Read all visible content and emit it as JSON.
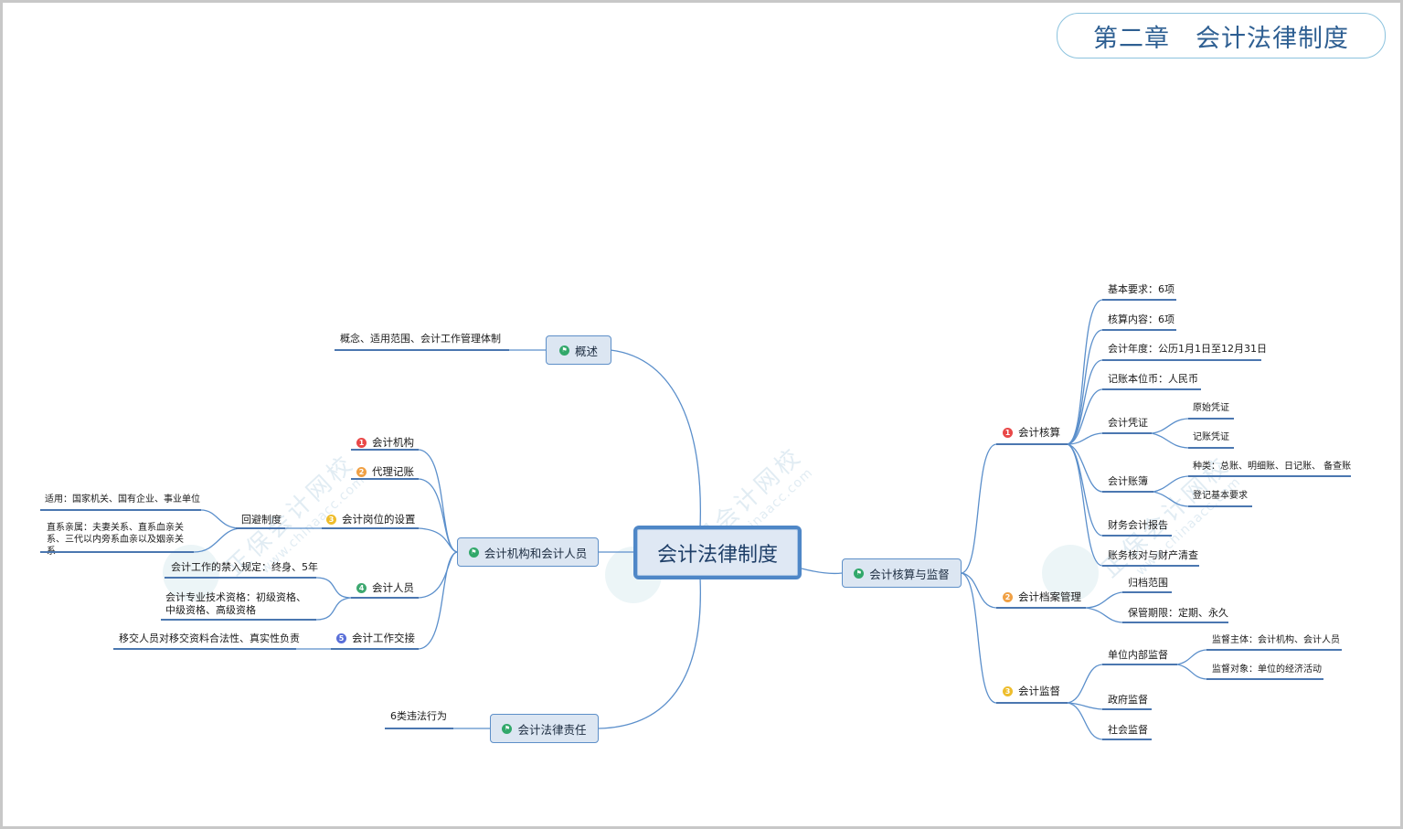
{
  "title": {
    "part1": "第二章",
    "part2": "会计法律制度"
  },
  "central": "会计法律制度",
  "branches": {
    "overview": "概述",
    "institutions": "会计机构和会计人员",
    "liability": "会计法律责任",
    "accounting": "会计核算与监督"
  },
  "overview_detail": "概念、适用范围、会计工作管理体制",
  "institutions_items": {
    "i1": "会计机构",
    "i2": "代理记账",
    "i3": "会计岗位的设置",
    "i4": "会计人员",
    "i5": "会计工作交接",
    "avoid": "回避制度",
    "avoid_apply": "适用：国家机关、国有企业、事业单位",
    "avoid_relatives": "直系亲属：夫妻关系、直系血亲关系、三代以内旁系血亲以及姻亲关系",
    "ban": "会计工作的禁入规定：终身、5年",
    "qualification": "会计专业技术资格：初级资格、中级资格、高级资格",
    "handover_detail": "移交人员对移交资料合法性、真实性负责"
  },
  "liability_detail": "6类违法行为",
  "accounting_items": {
    "a1": "会计核算",
    "a2": "会计档案管理",
    "a3": "会计监督",
    "basic": "基本要求：6项",
    "content": "核算内容：6项",
    "year": "会计年度：公历1月1日至12月31日",
    "currency": "记账本位币：人民币",
    "voucher": "会计凭证",
    "voucher_orig": "原始凭证",
    "voucher_acc": "记账凭证",
    "books": "会计账簿",
    "books_types": "种类：总账、明细账、日记账、 备查账",
    "books_req": "登记基本要求",
    "report": "财务会计报告",
    "check": "账务核对与财产清查",
    "archive_scope": "归档范围",
    "archive_period": "保管期限：定期、永久",
    "internal": "单位内部监督",
    "internal_subject": "监督主体：会计机构、会计人员",
    "internal_object": "监督对象：单位的经济活动",
    "gov": "政府监督",
    "social": "社会监督"
  },
  "watermark": {
    "text": "正保会计网校",
    "url": "www.chinaacc.com"
  },
  "colors": {
    "link": "#5b8fcb",
    "underline": "#4b77b0",
    "node_fill": "#dce6f2",
    "title_text": "#2e5f92"
  }
}
